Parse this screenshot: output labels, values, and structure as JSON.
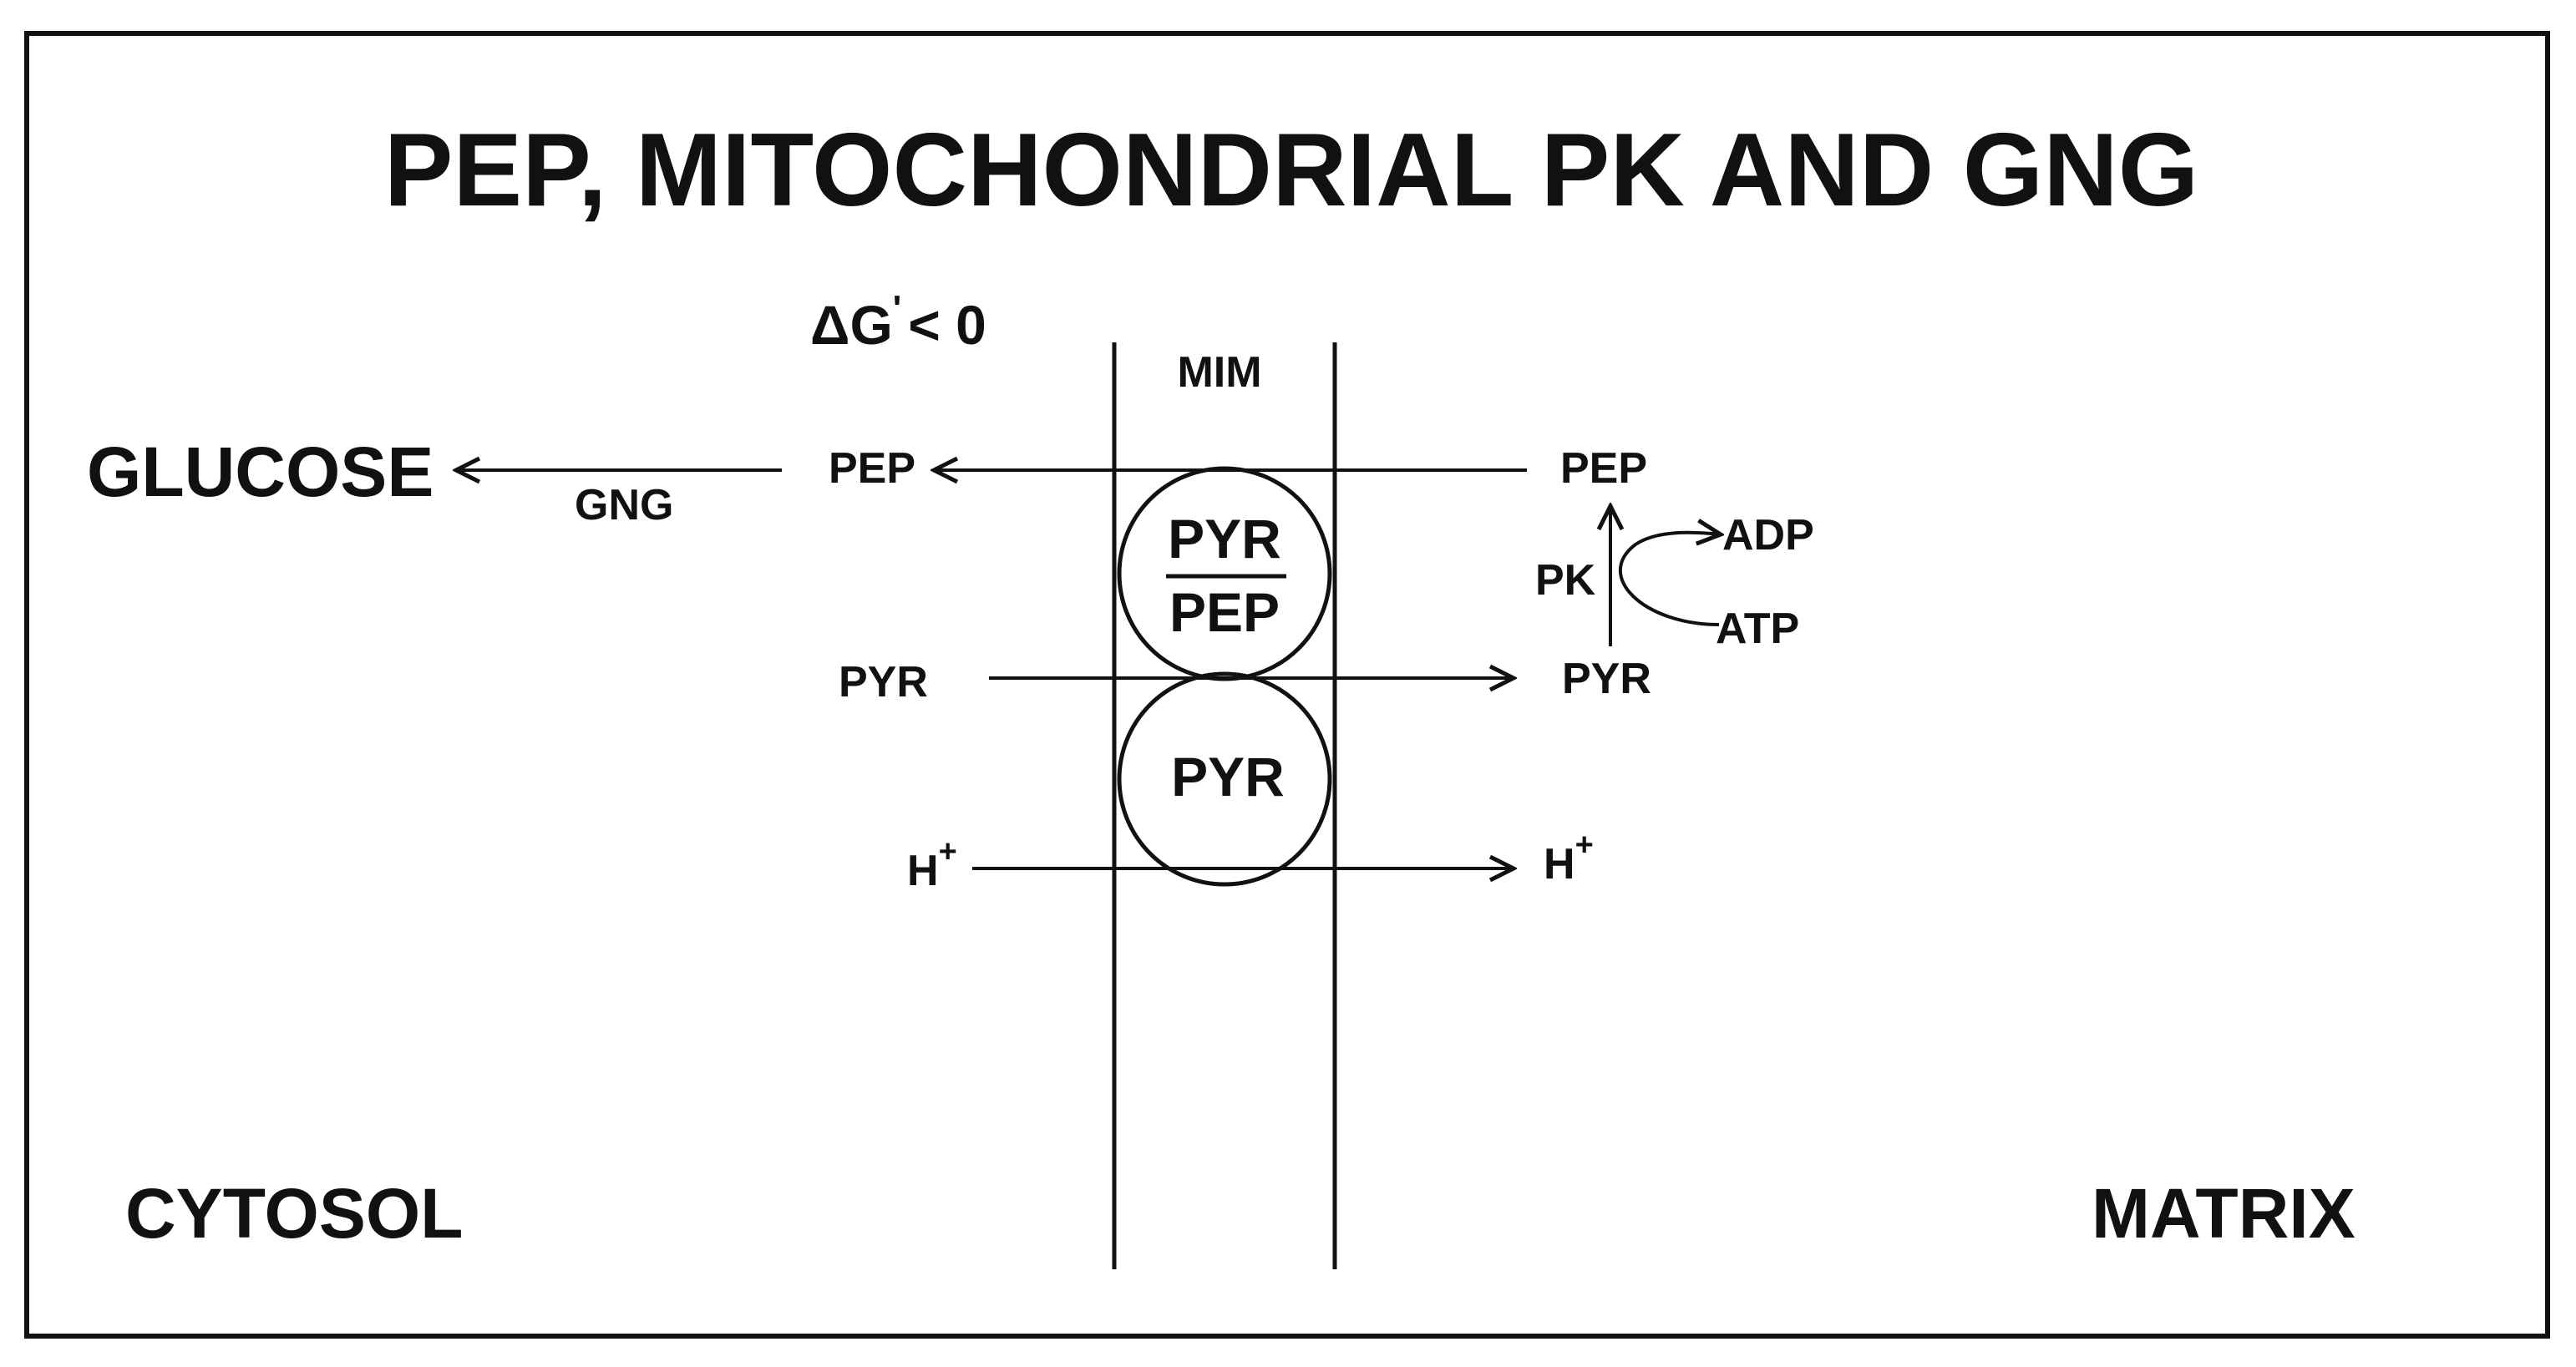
{
  "title": "PEP, MITOCHONDRIAL PK AND GNG",
  "delta_g": {
    "symbol": "ΔG",
    "prime": "'",
    "relation": "< 0"
  },
  "membrane_label": "MIM",
  "cytosol": {
    "region_label": "CYTOSOL",
    "glucose": "GLUCOSE",
    "gng": "GNG",
    "pep": "PEP",
    "pyr": "PYR",
    "h": "H",
    "h_charge": "+"
  },
  "carriers": {
    "antiport_top": "PYR",
    "antiport_bottom": "PEP",
    "symport": "PYR"
  },
  "matrix": {
    "region_label": "MATRIX",
    "pep": "PEP",
    "pyr": "PYR",
    "h": "H",
    "h_charge": "+",
    "enzyme": "PK",
    "adp": "ADP",
    "atp": "ATP"
  },
  "colors": {
    "ink": "#111111",
    "background": "#ffffff"
  }
}
